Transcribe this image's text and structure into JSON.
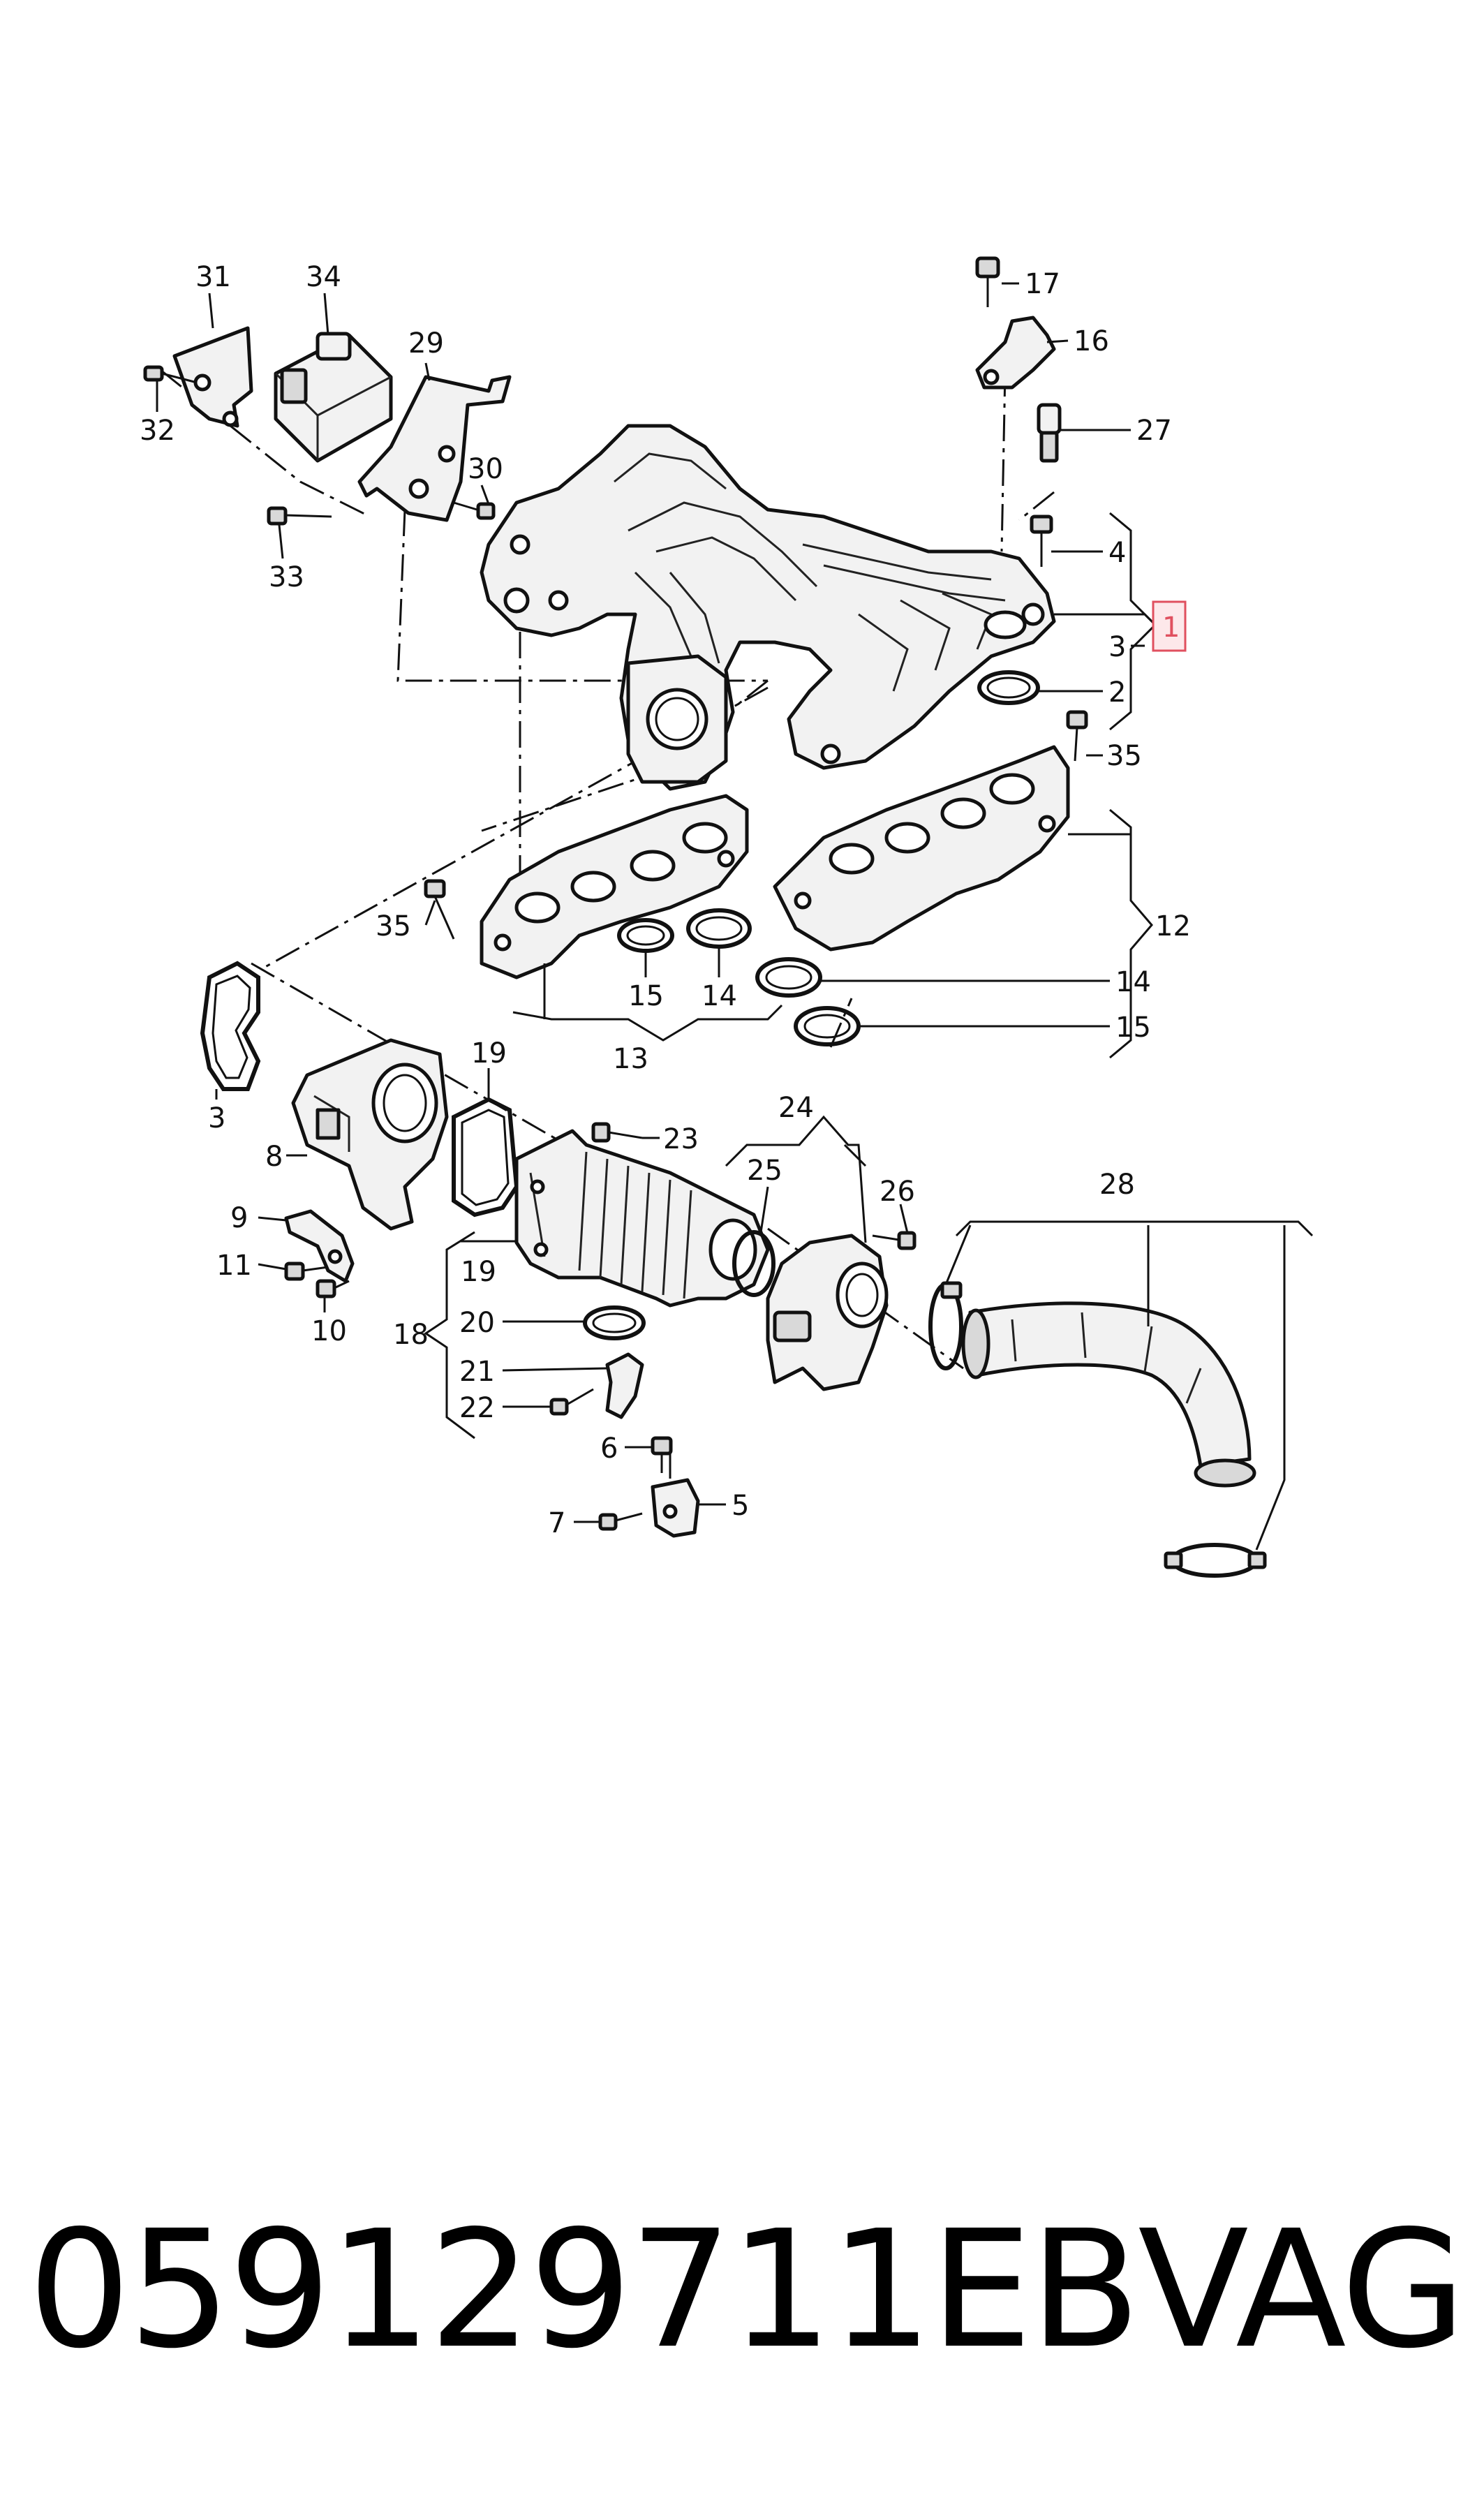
{
  "caption": {
    "part_number": "059129711EB",
    "brand": "VAG"
  },
  "highlight": {
    "label": "1",
    "color": "#e0505f"
  },
  "callouts": [
    "1",
    "2",
    "3",
    "4",
    "5",
    "6",
    "7",
    "8",
    "9",
    "10",
    "11",
    "12",
    "13",
    "14",
    "15",
    "16",
    "17",
    "18",
    "19",
    "20",
    "21",
    "22",
    "23",
    "24",
    "25",
    "26",
    "27",
    "28",
    "29",
    "30",
    "31",
    "32",
    "33",
    "34",
    "35"
  ]
}
